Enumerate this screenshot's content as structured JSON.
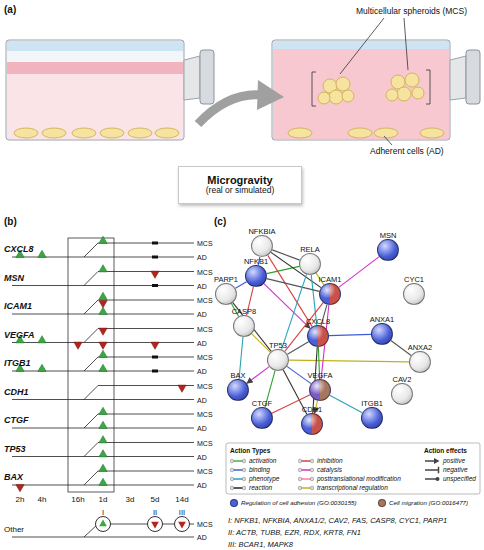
{
  "diagram": {
    "nodes": [
      {
        "text": [
          "Microgravity",
          "(real or simulated)"
        ]
      },
      {
        "text": [
          "I"
        ]
      },
      {
        "text": [
          "II"
        ]
      },
      {
        "text": [
          "III"
        ]
      },
      {
        "text": [
          "NFKBIA"
        ]
      },
      {
        "text": [
          "RELA"
        ]
      },
      {
        "text": [
          "NFKB1"
        ]
      },
      {
        "text": [
          "PARP1"
        ]
      },
      {
        "text": [
          "MSN"
        ]
      },
      {
        "text": [
          "ICAM1"
        ]
      },
      {
        "text": [
          "CYC1"
        ]
      },
      {
        "text": [
          "CASP8"
        ]
      },
      {
        "text": [
          "CXCL8"
        ]
      },
      {
        "text": [
          "ANXA1"
        ]
      },
      {
        "text": [
          "TP53"
        ]
      },
      {
        "text": [
          "ANXA2"
        ]
      },
      {
        "text": [
          "BAX"
        ]
      },
      {
        "text": [
          "VEGFA"
        ]
      },
      {
        "text": [
          "CAV2"
        ]
      },
      {
        "text": [
          "CTGF"
        ]
      },
      {
        "text": [
          "CDH1"
        ]
      },
      {
        "text": [
          "ITGB1"
        ]
      }
    ],
    "edges": [
      {
        "from": 4,
        "to": 5,
        "arrow": "none"
      },
      {
        "from": 4,
        "to": 6,
        "arrow": "none"
      },
      {
        "from": 5,
        "to": 6,
        "arrow": "none"
      },
      {
        "from": 4,
        "to": 9,
        "arrow": "none"
      },
      {
        "from": 4,
        "to": 12,
        "arrow": "none"
      },
      {
        "from": 5,
        "to": 9,
        "arrow": "none"
      },
      {
        "from": 5,
        "to": 12,
        "arrow": "none"
      },
      {
        "from": 6,
        "to": 12,
        "arrow": "to"
      },
      {
        "from": 6,
        "to": 9,
        "arrow": "none"
      },
      {
        "from": 7,
        "to": 6,
        "arrow": "none"
      },
      {
        "from": 7,
        "to": 11,
        "arrow": "none"
      },
      {
        "from": 7,
        "to": 14,
        "arrow": "none"
      },
      {
        "from": 11,
        "to": 6,
        "arrow": "none"
      },
      {
        "from": 11,
        "to": 14,
        "arrow": "none"
      },
      {
        "from": 11,
        "to": 16,
        "arrow": "none"
      },
      {
        "from": 14,
        "to": 16,
        "arrow": "to"
      },
      {
        "from": 14,
        "to": 12,
        "arrow": "none"
      },
      {
        "from": 14,
        "to": 17,
        "arrow": "none"
      },
      {
        "from": 14,
        "to": 19,
        "arrow": "none"
      },
      {
        "from": 14,
        "to": 20,
        "arrow": "none"
      },
      {
        "from": 14,
        "to": 9,
        "arrow": "none"
      },
      {
        "from": 14,
        "to": 15,
        "arrow": "none"
      },
      {
        "from": 14,
        "to": 5,
        "arrow": "none"
      },
      {
        "from": 8,
        "to": 9,
        "arrow": "none"
      },
      {
        "from": 9,
        "to": 12,
        "arrow": "none"
      },
      {
        "from": 12,
        "to": 13,
        "arrow": "none"
      },
      {
        "from": 12,
        "to": 17,
        "arrow": "none"
      },
      {
        "from": 12,
        "to": 20,
        "arrow": "none"
      },
      {
        "from": 17,
        "to": 19,
        "arrow": "none"
      },
      {
        "from": 17,
        "to": 20,
        "arrow": "to"
      },
      {
        "from": 17,
        "to": 21,
        "arrow": "none"
      },
      {
        "from": 17,
        "to": 9,
        "arrow": "none"
      },
      {
        "from": 13,
        "to": 15,
        "arrow": "none"
      }
    ],
    "labels": [
      "(a)",
      "Multicellular spheroids (MCS)",
      "Adherent cells (AD)",
      "(b)",
      "CXCL8",
      "MSN",
      "ICAM1",
      "VEGFA",
      "ITGB1",
      "CDH1",
      "CTGF",
      "TP53",
      "BAX",
      "MCS",
      "AD",
      "MCS",
      "AD",
      "MCS",
      "AD",
      "MCS",
      "AD",
      "MCS",
      "AD",
      "MCS",
      "AD",
      "MCS",
      "AD",
      "MCS",
      "AD",
      "MCS",
      "AD",
      "2h",
      "4h",
      "16h",
      "1d",
      "3d",
      "5d",
      "14d",
      "Other",
      "MCS",
      "AD",
      "I: NFKB1, NFKBIA, ANXA1/2, CAV2, FAS, CASP8, CYC1, PARP1",
      "II: ACTB, TUBB, EZR, RDX, KRT8, FN1",
      "III: BCAR1, MAPK8",
      "(c)",
      "Action Types",
      "Action effects"
    ],
    "legend": [
      {
        "text": "activation"
      },
      {
        "text": "binding"
      },
      {
        "text": "phenotype"
      },
      {
        "text": "reaction"
      },
      {
        "text": "inhibition"
      },
      {
        "text": "catalysis"
      },
      {
        "text": "posttranslational modification"
      },
      {
        "text": "transcriptional regulation"
      },
      {
        "text": "positive"
      },
      {
        "text": "negative"
      },
      {
        "text": "unspecified"
      },
      {
        "text": "Regulation of cell adhesion (GO:0030155)",
        "color": "#4a5fd8"
      },
      {
        "text": "Cell migration (GO:0016477)",
        "color": "#a57660"
      }
    ]
  }
}
